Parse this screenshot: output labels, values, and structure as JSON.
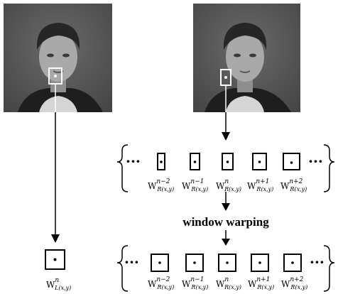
{
  "title": "window warping",
  "left_label": {
    "base": "W",
    "sup": "n",
    "sub": "L(x,y)"
  },
  "top_row": [
    {
      "base": "W",
      "sup": "n−2",
      "sub": "R(x,y)"
    },
    {
      "base": "W",
      "sup": "n−1",
      "sub": "R(x,y)"
    },
    {
      "base": "W",
      "sup": "n",
      "sub": "R(x,y)"
    },
    {
      "base": "W",
      "sup": "n+1",
      "sub": "R(x,y)"
    },
    {
      "base": "W",
      "sup": "n+2",
      "sub": "R(x,y)"
    }
  ],
  "bottom_row": [
    {
      "base": "W",
      "sup": "n−2",
      "sub": "R(x,y)"
    },
    {
      "base": "W",
      "sup": "n−1",
      "sub": "R(x,y)"
    },
    {
      "base": "W",
      "sup": "n",
      "sub": "R(x,y)"
    },
    {
      "base": "W",
      "sup": "n+1",
      "sub": "R(x,y)"
    },
    {
      "base": "W",
      "sup": "n+2",
      "sub": "R(x,y)"
    }
  ]
}
